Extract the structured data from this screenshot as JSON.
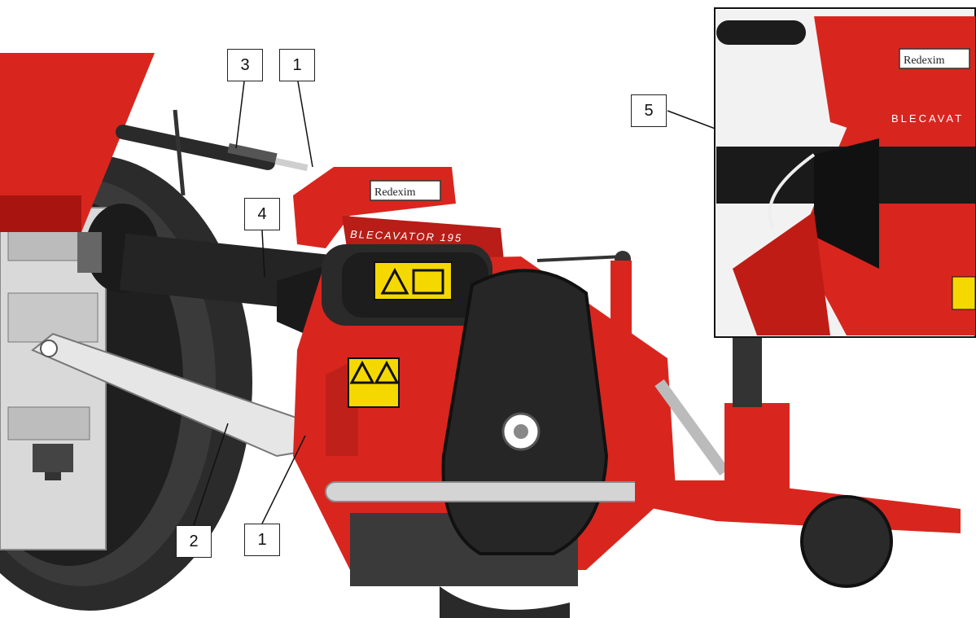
{
  "callouts": {
    "top_1": "1",
    "top_3": "3",
    "mid_4": "4",
    "bottom_2": "2",
    "bottom_1": "1",
    "inset_5": "5"
  },
  "brand_plate": "Redexim",
  "model_name": "BLECAVATOR 195",
  "inset_model_name": "BLECAVAT",
  "colors": {
    "machine_red": "#d8261f",
    "dark_red": "#a8140f",
    "shaft_black": "#1a1a1a",
    "wheel_grey": "#d9d9d9",
    "warning_yellow": "#f5d800"
  },
  "icons": [
    "warning-sticker-icon",
    "manual-sticker-icon",
    "brand-logo-icon"
  ]
}
